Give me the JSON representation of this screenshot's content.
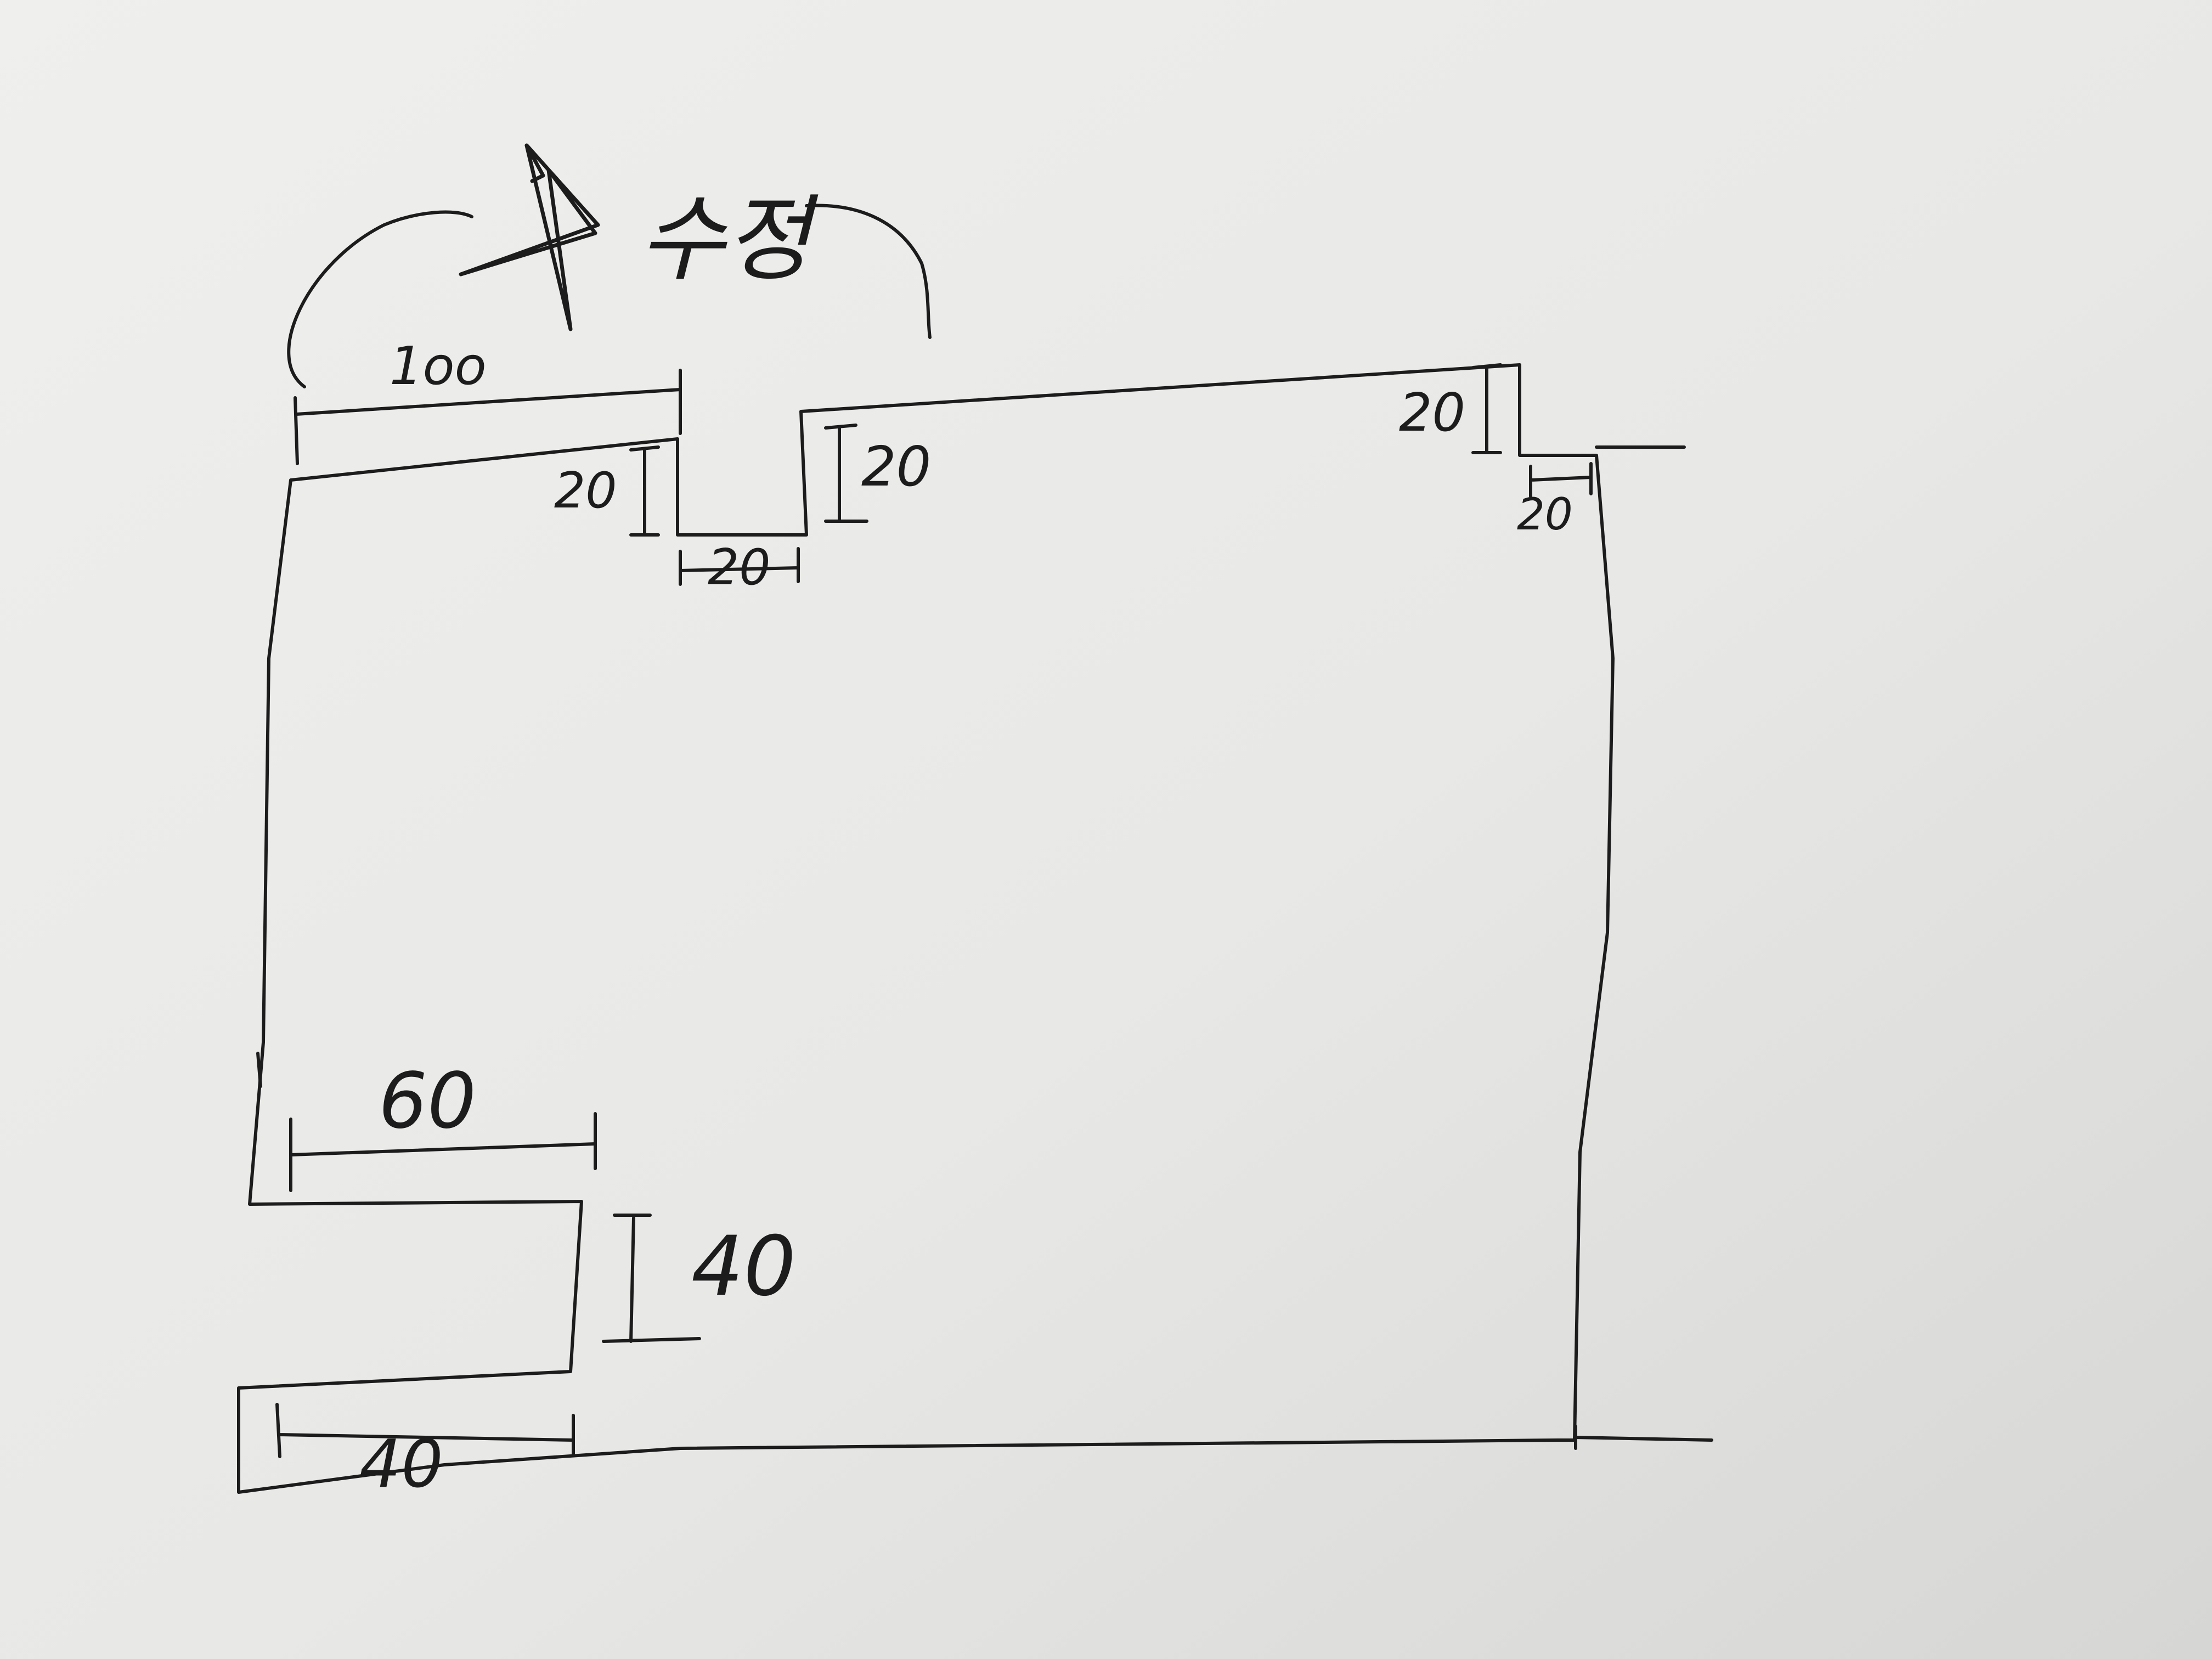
{
  "paper_color": "#ececea",
  "ink_color": "#1c1c1c",
  "note": {
    "star_icon": "star-icon",
    "text": "수정"
  },
  "dimensions": {
    "top_left_width": "1oo",
    "notch_left_depth": "20",
    "notch_width": "20",
    "notch_right_depth": "20",
    "right_step_height": "20",
    "right_step_width": "20",
    "bottom_cut_width": "60",
    "bottom_cut_height": "40",
    "bottom_ledge_width": "40"
  }
}
